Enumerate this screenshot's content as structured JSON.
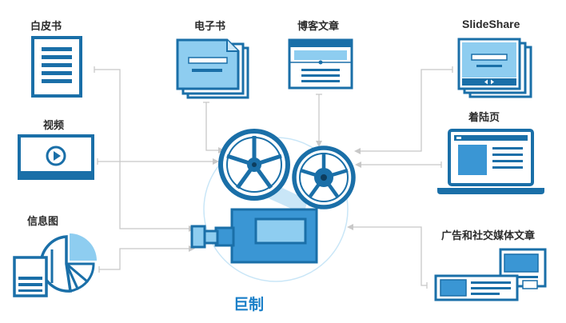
{
  "diagram": {
    "center_label": "巨制",
    "items": [
      {
        "id": "whitepaper",
        "label": "白皮书"
      },
      {
        "id": "ebook",
        "label": "电子书"
      },
      {
        "id": "blog",
        "label": "博客文章"
      },
      {
        "id": "slideshare",
        "label": "SlideShare"
      },
      {
        "id": "video",
        "label": "视频"
      },
      {
        "id": "landing",
        "label": "着陆页"
      },
      {
        "id": "infographic",
        "label": "信息图"
      },
      {
        "id": "social",
        "label": "广告和社交媒体文章"
      }
    ]
  },
  "colors": {
    "dark_blue": "#1a6fa8",
    "mid_blue": "#3a96d4",
    "light_blue": "#8ecdf0",
    "pale_blue": "#c9e6f7",
    "connector_gray": "#c8c8c8"
  }
}
